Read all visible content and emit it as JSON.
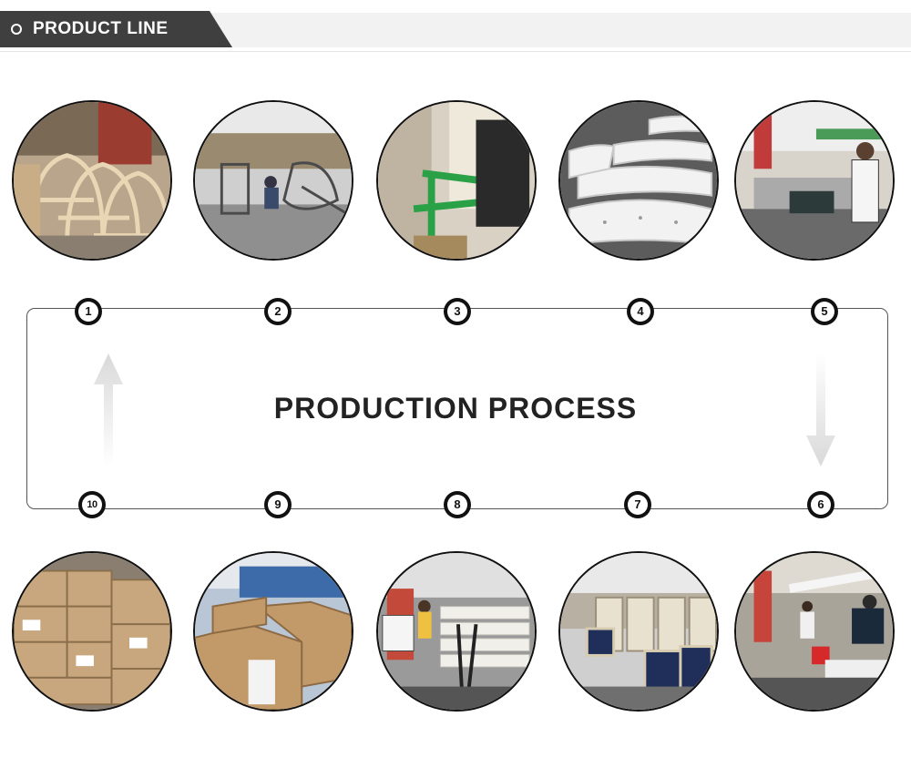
{
  "header": {
    "title": "PRODUCT LINE"
  },
  "process": {
    "title": "PRODUCTION PROCESS"
  },
  "steps": [
    {
      "label": "1"
    },
    {
      "label": "2"
    },
    {
      "label": "3"
    },
    {
      "label": "4"
    },
    {
      "label": "5"
    },
    {
      "label": "6"
    },
    {
      "label": "7"
    },
    {
      "label": "8"
    },
    {
      "label": "9"
    },
    {
      "label": "10"
    }
  ],
  "colors": {
    "header_tab": "#3f3f3f",
    "header_bar": "#f2f2f2",
    "circle_border": "#111111"
  }
}
